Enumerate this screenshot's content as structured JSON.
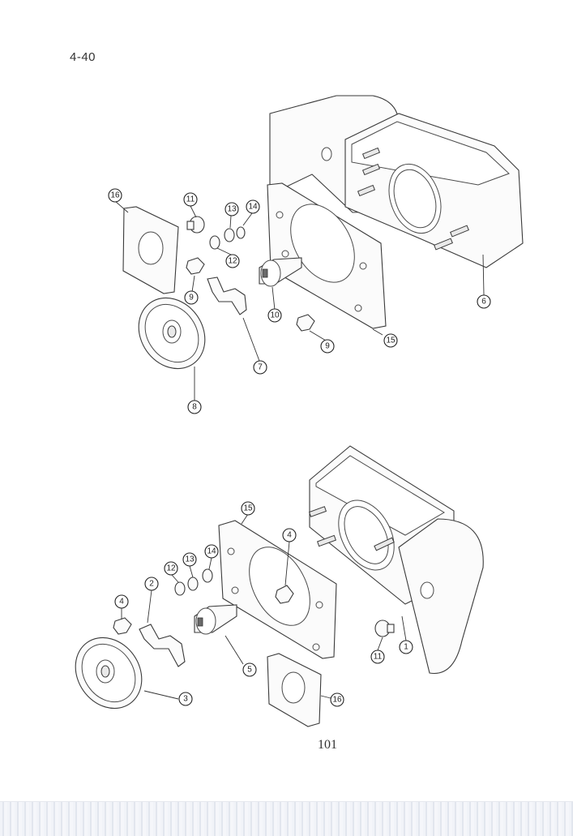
{
  "page": {
    "section_label": "4-40",
    "page_number": "101"
  },
  "upper_assembly": {
    "callouts": [
      "16",
      "11",
      "13",
      "14",
      "12",
      "9",
      "10",
      "15",
      "6",
      "7",
      "8",
      "9"
    ]
  },
  "lower_assembly": {
    "callouts": [
      "15",
      "4",
      "14",
      "13",
      "12",
      "2",
      "4",
      "1",
      "11",
      "5",
      "16",
      "3"
    ]
  }
}
